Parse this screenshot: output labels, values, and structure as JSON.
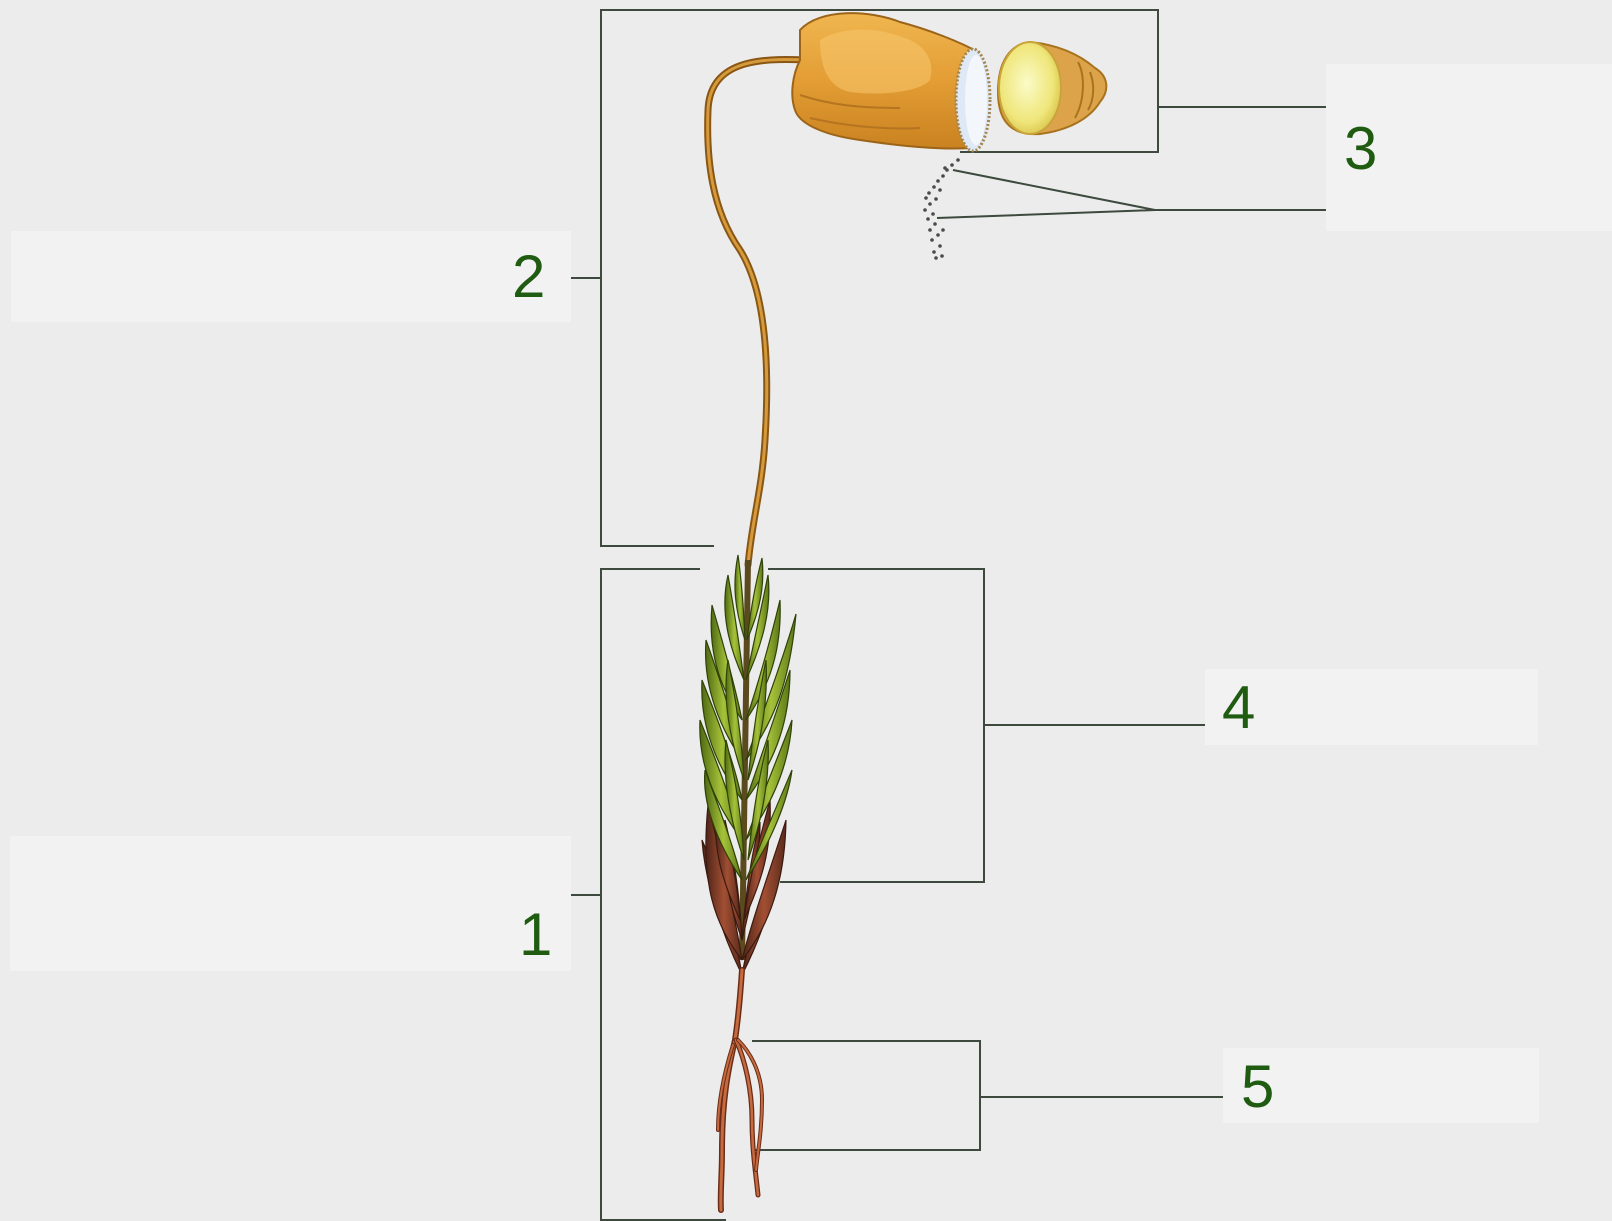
{
  "labels": {
    "l1": {
      "number": "1",
      "text": ""
    },
    "l2": {
      "number": "2",
      "text": ""
    },
    "l3": {
      "number": "3",
      "text": ""
    },
    "l4": {
      "number": "4",
      "text": ""
    },
    "l5": {
      "number": "5",
      "text": ""
    }
  },
  "colors": {
    "background": "#ececec",
    "label_box": "#f2f2f2",
    "label_text": "#1f5c12",
    "leader_lines": "#3d4a3d",
    "capsule": "#e3a23f",
    "seta": "#b0761f",
    "leaves_green": "#7f9a1e",
    "leaves_brown": "#7a3d28",
    "rhizoids": "#a3542d"
  }
}
